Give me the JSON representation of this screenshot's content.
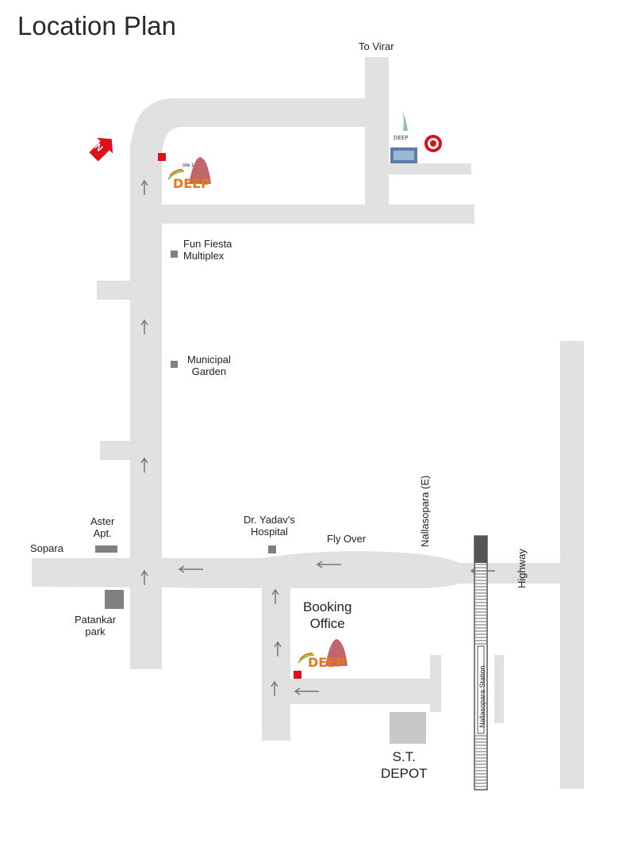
{
  "title": "Location Plan",
  "labels": {
    "to_virar": "To Virar",
    "fun_fiesta": [
      "Fun Fiesta",
      "Multiplex"
    ],
    "municipal_garden": [
      "Municipal",
      "Garden"
    ],
    "aster": [
      "Aster",
      "Apt."
    ],
    "sopara": "Sopara",
    "yadav": [
      "Dr. Yadav's",
      "Hospital"
    ],
    "fly_over": "Fly Over",
    "nallasopara_e": "Nallasopara (E)",
    "highway": "Highway",
    "booking_office": [
      "Booking",
      "Office"
    ],
    "patankar": [
      "Patankar",
      "park"
    ],
    "st_depot": [
      "S.T.",
      "DEPOT"
    ],
    "station": "Nallasopara Station",
    "site_tag": "site 1",
    "deep_brand": "DEEP",
    "deep_top_brand": "DEEP"
  },
  "compass": "N",
  "colors": {
    "road": "#e0e0e0",
    "landmark": "#888888",
    "marker_red": "#e0101a",
    "logo_orange": "#e8761e",
    "logo_green": "#7cc241",
    "rail": "#555555"
  }
}
